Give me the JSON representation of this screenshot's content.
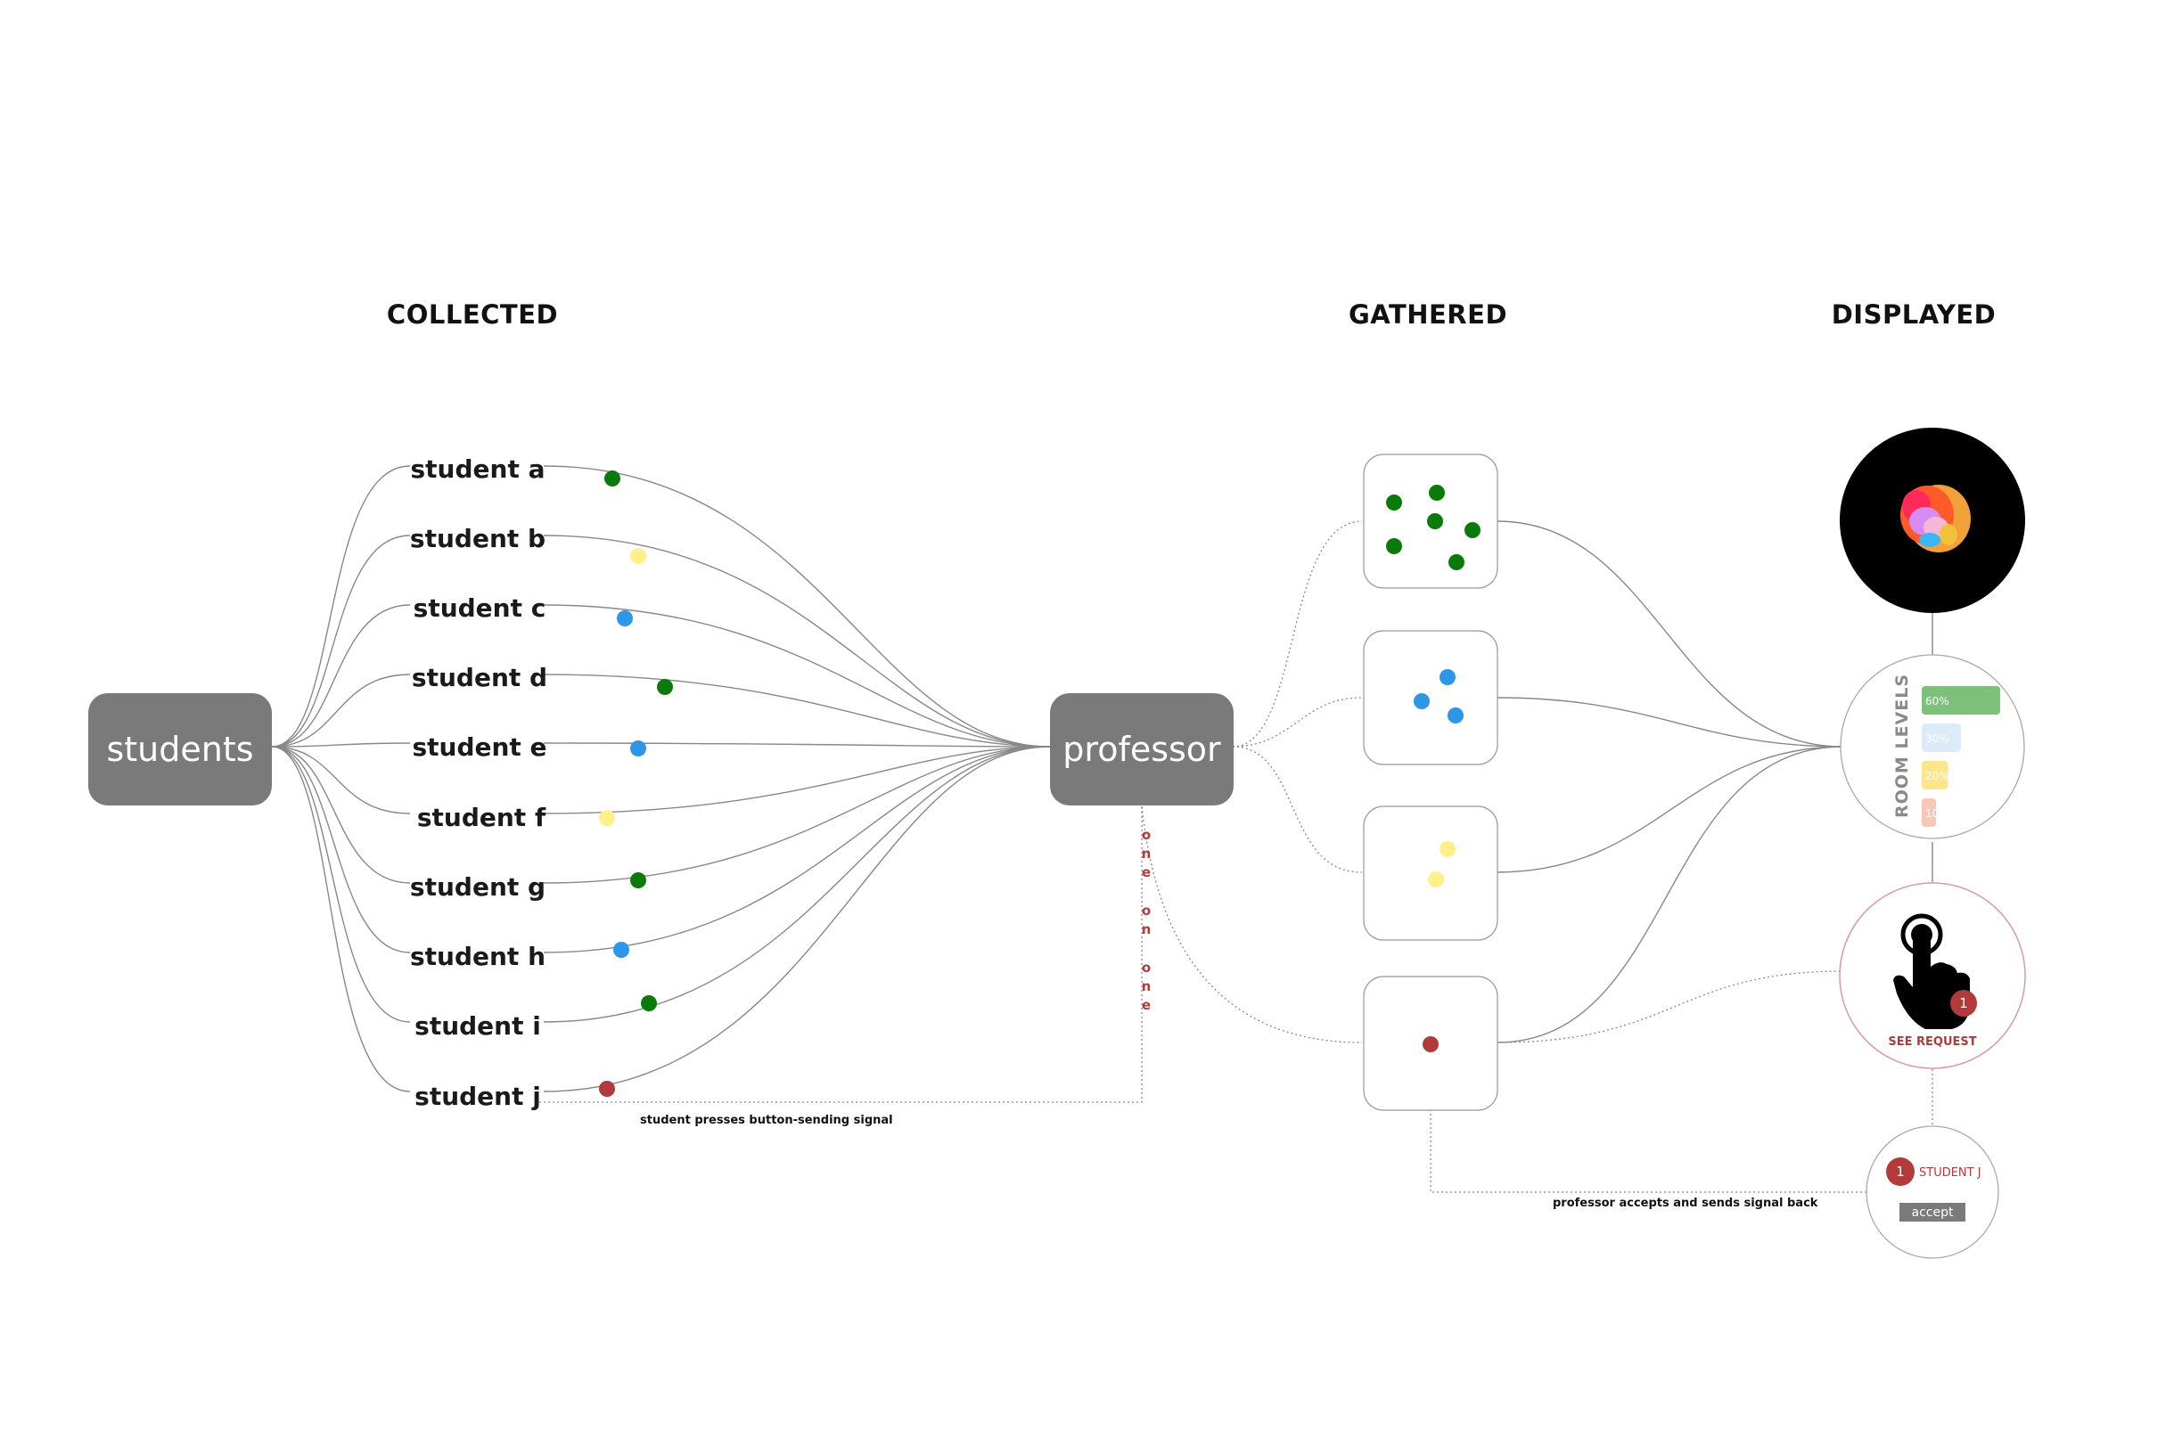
{
  "sections": {
    "collected": "COLLECTED",
    "gathered": "GATHERED",
    "displayed": "DISPLAYED"
  },
  "nodes": {
    "students": "students",
    "professor": "professor"
  },
  "students": [
    {
      "label": "student a",
      "color": "#0a7a0a"
    },
    {
      "label": "student b",
      "color": "#fff08a"
    },
    {
      "label": "student c",
      "color": "#2e96e6"
    },
    {
      "label": "student d",
      "color": "#0a7a0a"
    },
    {
      "label": "student e",
      "color": "#2e96e6"
    },
    {
      "label": "student f",
      "color": "#fff08a"
    },
    {
      "label": "student g",
      "color": "#0a7a0a"
    },
    {
      "label": "student h",
      "color": "#2e96e6"
    },
    {
      "label": "student i",
      "color": "#0a7a0a"
    },
    {
      "label": "student j",
      "color": "#b23a3a"
    }
  ],
  "captions": {
    "student_signal": "student presses button-sending signal",
    "professor_accepts": "professor accepts and sends signal back"
  },
  "one_on_one": [
    "o",
    "n",
    "e",
    "o",
    "n",
    "o",
    "n",
    "e"
  ],
  "room_levels": {
    "title": "ROOM LEVELS",
    "bars": [
      {
        "label": "60%",
        "value": 60,
        "color": "#7cc07a"
      },
      {
        "label": "30%",
        "value": 30,
        "color": "#dcebfa"
      },
      {
        "label": "20%",
        "value": 20,
        "color": "#fde58a"
      },
      {
        "label": "10",
        "value": 10,
        "color": "#f7c7b8"
      }
    ]
  },
  "request": {
    "label": "SEE REQUEST",
    "count": "1",
    "icon": "tap-hand-icon"
  },
  "accept_panel": {
    "count": "1",
    "student": "STUDENT J",
    "button": "accept"
  },
  "colors": {
    "node_fill": "#7a7a7a",
    "green": "#0a7a0a",
    "blue": "#2e96e6",
    "yellow": "#fff08a",
    "red": "#b23a3a"
  }
}
